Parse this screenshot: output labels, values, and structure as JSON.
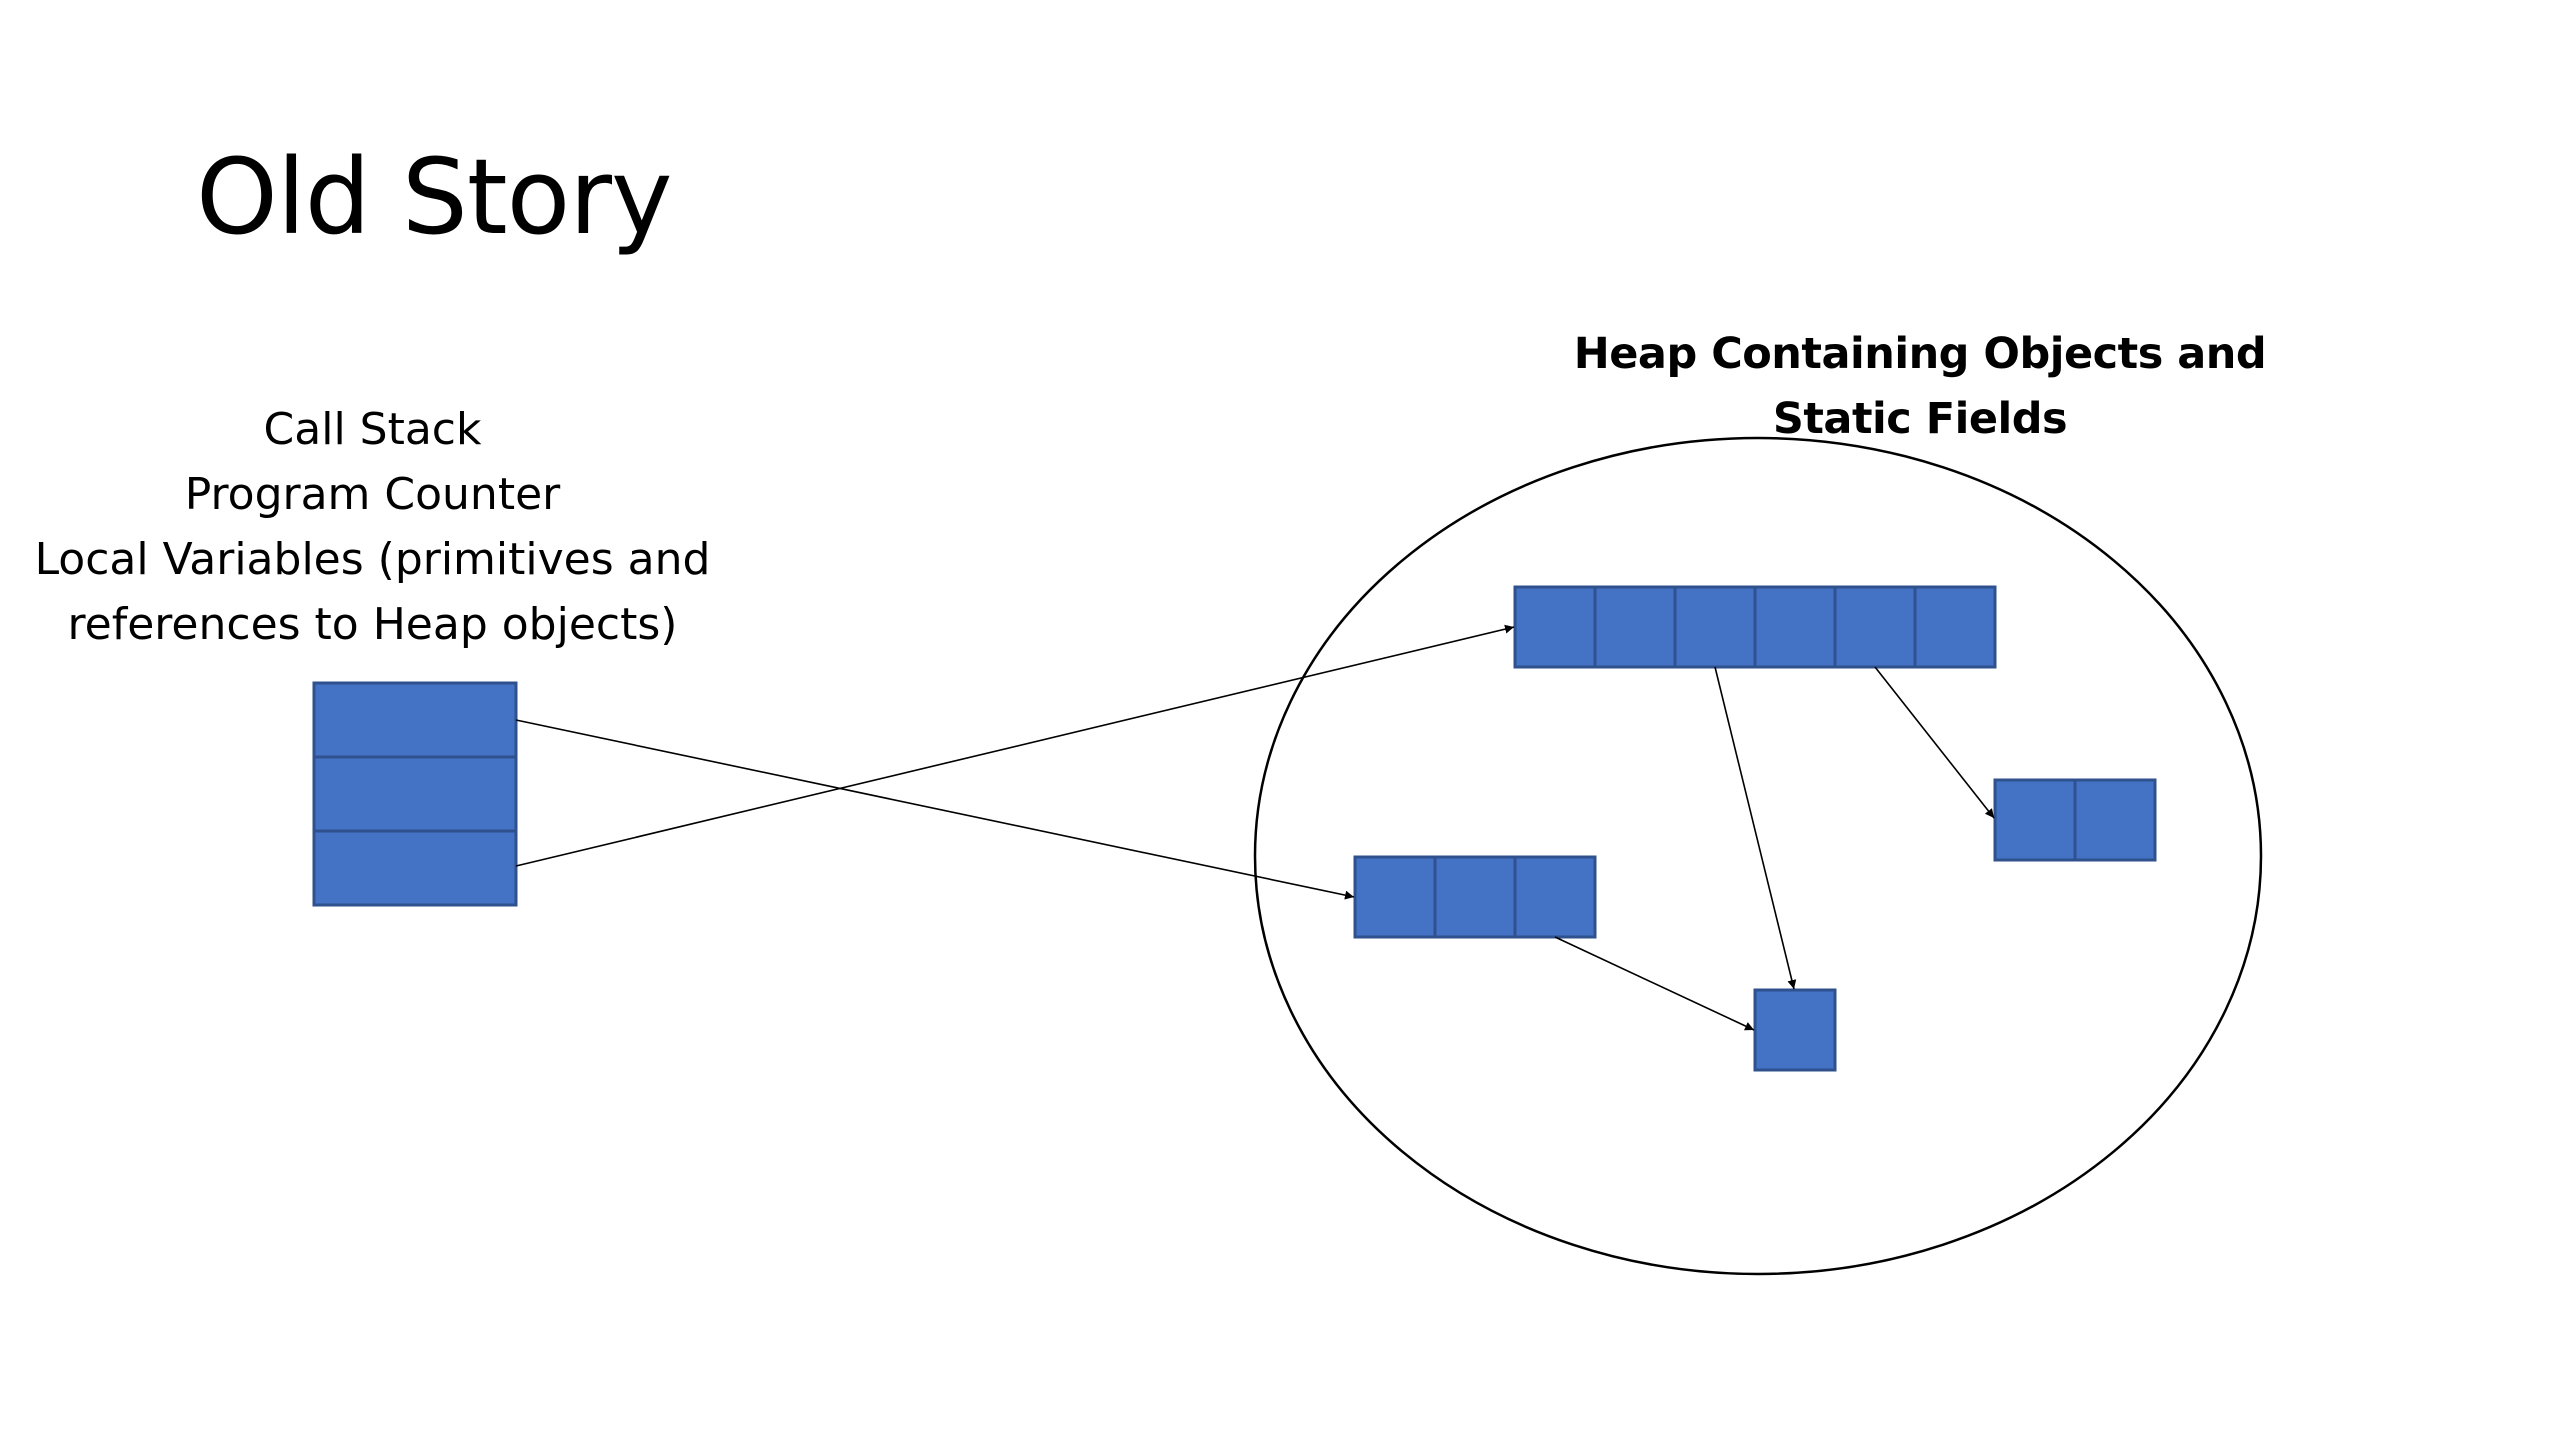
{
  "slide": {
    "title": "Old Story"
  },
  "call_stack_label": {
    "lines": [
      "Call Stack",
      "Program Counter",
      "Local Variables (primitives and",
      "references to Heap objects)"
    ]
  },
  "heap_label": {
    "lines": [
      "Heap Containing Objects and",
      "Static Fields"
    ]
  },
  "colors": {
    "background": "#ffffff",
    "cell_fill": "#4472C4",
    "cell_border": "#2F528F",
    "line": "#000000"
  }
}
